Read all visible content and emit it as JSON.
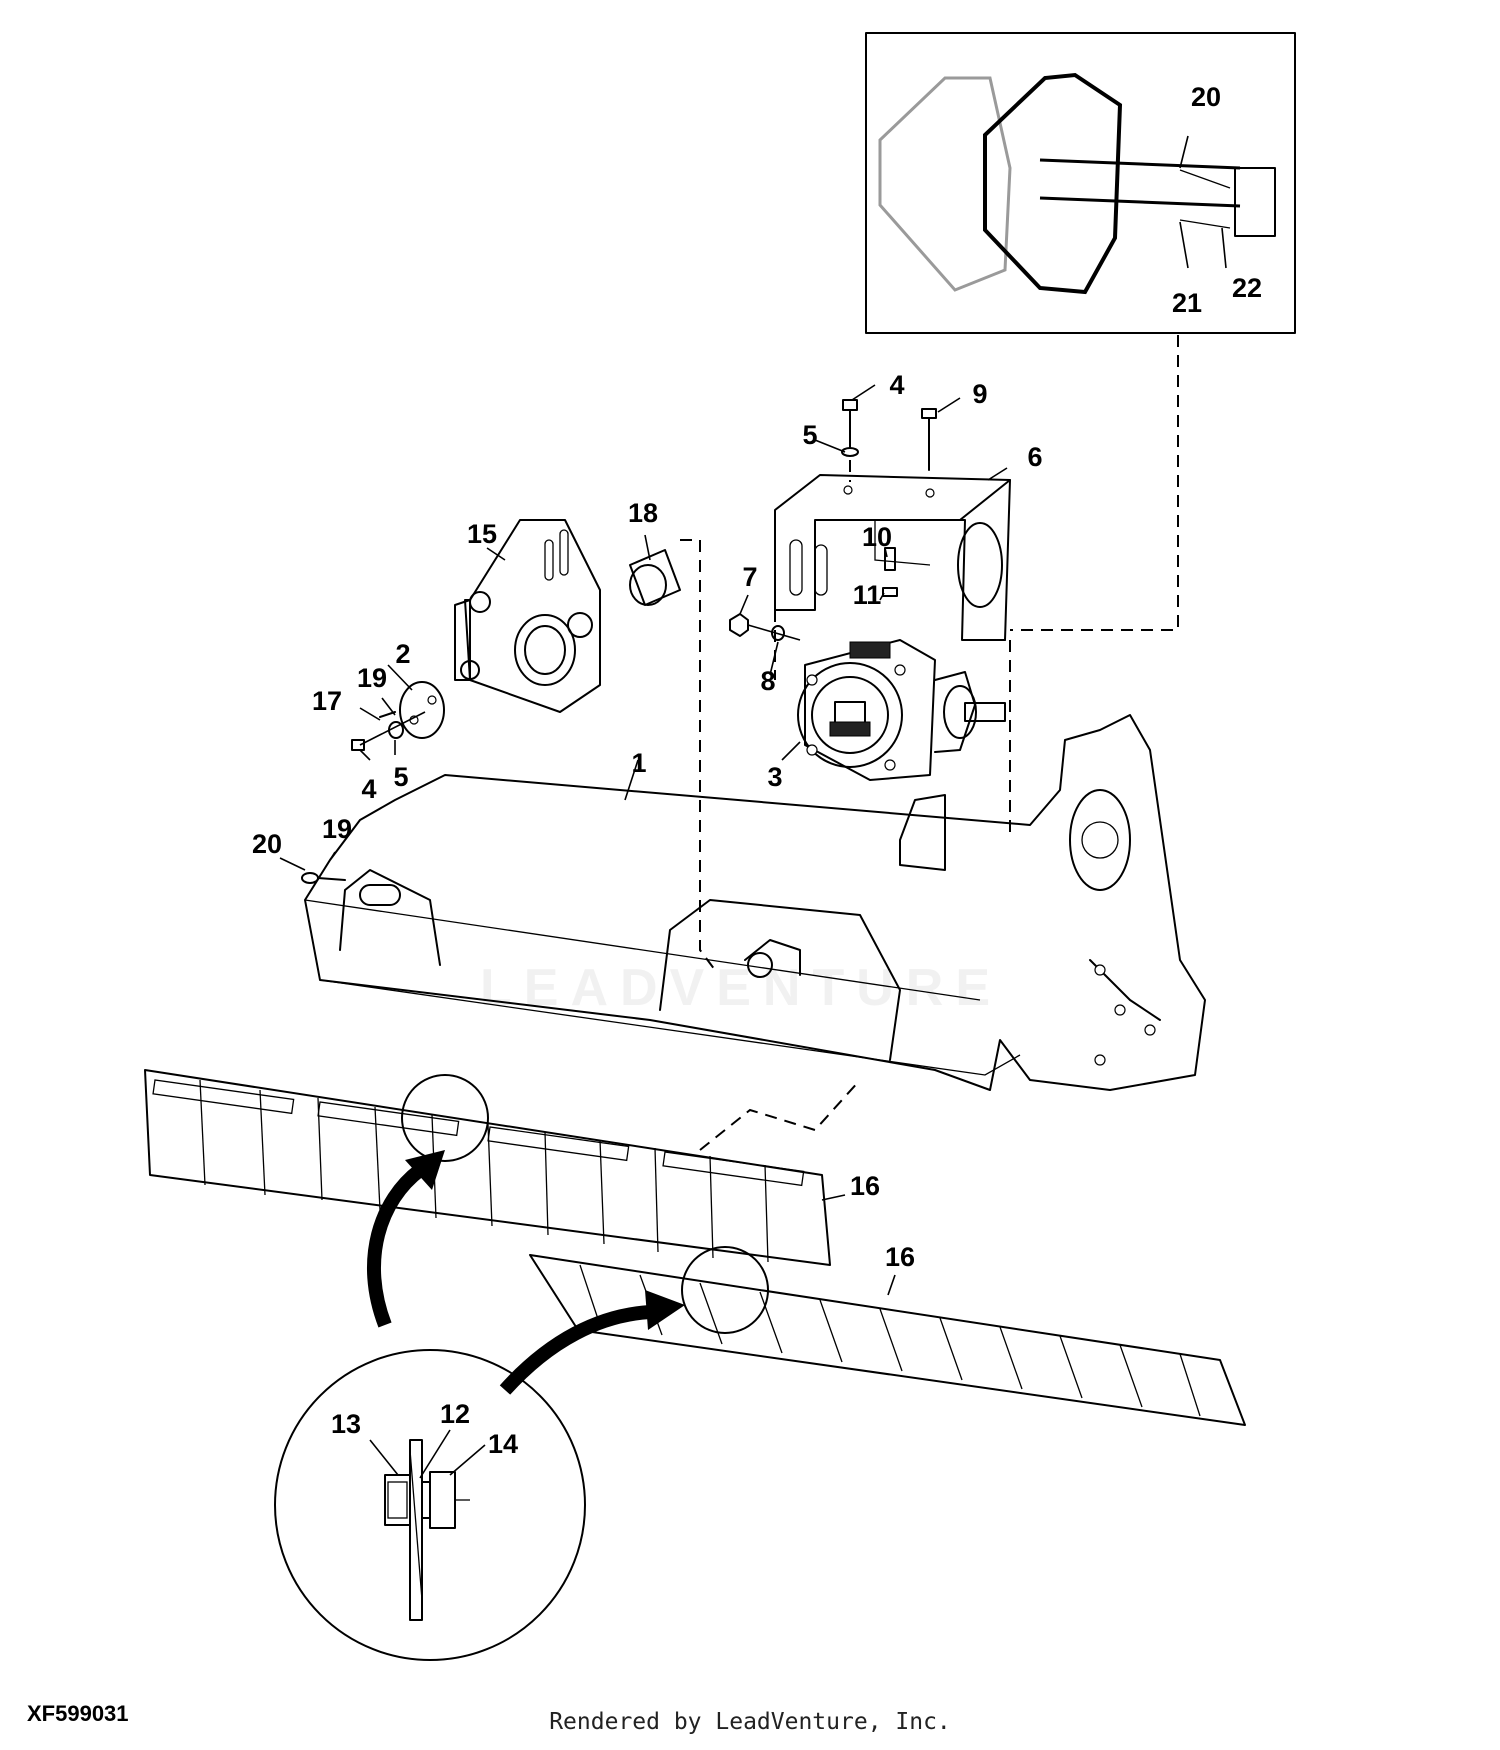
{
  "callouts": {
    "c1": "1",
    "c2": "2",
    "c3": "3",
    "c4_top": "4",
    "c4_left": "4",
    "c5_top": "5",
    "c5_left": "5",
    "c6": "6",
    "c7": "7",
    "c8": "8",
    "c9": "9",
    "c10": "10",
    "c11": "11",
    "c12": "12",
    "c13": "13",
    "c14": "14",
    "c15": "15",
    "c16_upper": "16",
    "c16_lower": "16",
    "c17": "17",
    "c18": "18",
    "c19_upper": "19",
    "c19_lower": "19",
    "c20_inset": "20",
    "c20_left": "20",
    "c21": "21",
    "c22": "22"
  },
  "figure_id": "XF599031",
  "render_credit": "Rendered by LeadVenture, Inc.",
  "watermark": "LEADVENTURE"
}
